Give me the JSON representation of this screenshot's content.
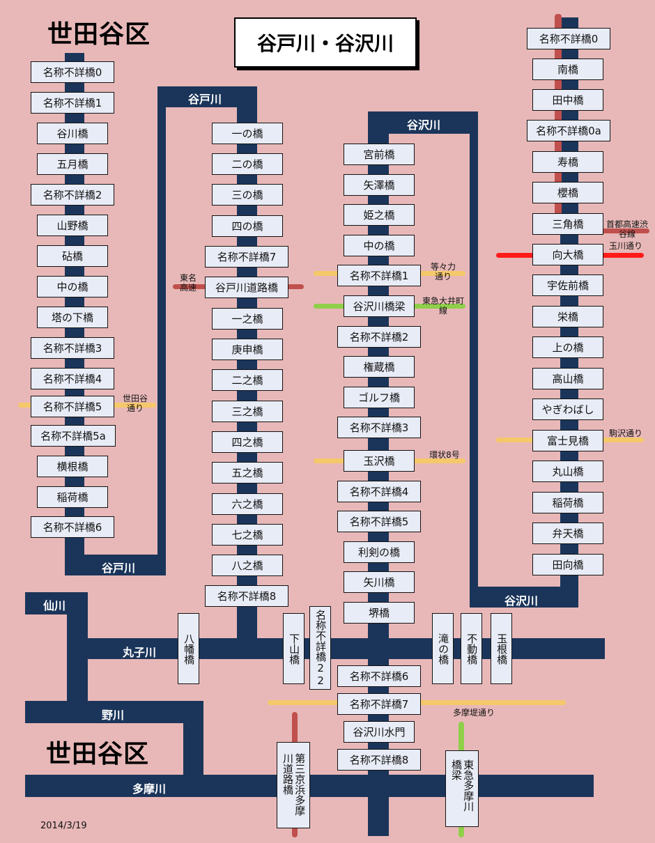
{
  "title": "谷戸川・谷沢川",
  "ward_top": "世田谷区",
  "ward_bottom": "世田谷区",
  "date": "2014/3/19",
  "colors": {
    "background": "#e8b8b8",
    "river": "#1b355a",
    "bridge": "#e8ecf6",
    "road_yellow": "#f5c86a",
    "road_green": "#8fcf4a",
    "road_red": "#ff1a1a",
    "road_brown": "#c0504d"
  },
  "rivers": {
    "yatogawa_top": "谷戸川",
    "yatogawa_bottom": "谷戸川",
    "yazawagawa_top": "谷沢川",
    "yazawagawa_bottom": "谷沢川",
    "sengawa": "仙川",
    "marukogawa": "丸子川",
    "nogawa": "野川",
    "tamagawa": "多摩川"
  },
  "col1_bridges": [
    "名称不詳橋0",
    "名称不詳橋1",
    "谷川橋",
    "五月橋",
    "名称不詳橋2",
    "山野橋",
    "砧橋",
    "中の橋",
    "塔の下橋",
    "名称不詳橋3",
    "名称不詳橋4",
    "名称不詳橋5",
    "名称不詳橋5a",
    "横根橋",
    "稲荷橋",
    "名称不詳橋6"
  ],
  "col2_bridges": [
    "一の橋",
    "二の橋",
    "三の橋",
    "四の橋",
    "名称不詳橋7",
    "谷戸川道路橋",
    "一之橋",
    "庚申橋",
    "二之橋",
    "三之橋",
    "四之橋",
    "五之橋",
    "六之橋",
    "七之橋",
    "八之橋",
    "名称不詳橋8"
  ],
  "col3_bridges": [
    "宮前橋",
    "矢澤橋",
    "姫之橋",
    "中の橋",
    "名称不詳橋1",
    "谷沢川橋梁",
    "名称不詳橋2",
    "権蔵橋",
    "ゴルフ橋",
    "名称不詳橋3",
    "玉沢橋",
    "名称不詳橋4",
    "名称不詳橋5",
    "利剣の橋",
    "矢川橋",
    "堺橋"
  ],
  "col3_lower_bridges": [
    "名称不詳橋6",
    "名称不詳橋7",
    "谷沢川水門",
    "名称不詳橋8"
  ],
  "col4_bridges": [
    "名称不詳橋0",
    "南橋",
    "田中橋",
    "名称不詳橋0a",
    "寿橋",
    "櫻橋",
    "三角橋",
    "向大橋",
    "宇佐前橋",
    "栄橋",
    "上の橋",
    "高山橋",
    "やぎわばし",
    "富士見橋",
    "丸山橋",
    "稲荷橋",
    "弁天橋",
    "田向橋"
  ],
  "vertical_bridges": {
    "hachiman": "八幡橋",
    "shimoyama": "下山橋",
    "meisho22": "名称不詳橋22",
    "taki": "滝の橋",
    "fudo": "不動橋",
    "ouone": "玉根橋",
    "daisankeihin": "第三京浜多摩川道路橋",
    "tokyu_tamagawa": "東急多摩川橋梁"
  },
  "roads": {
    "setagaya_dori": "世田谷通り",
    "tomei": "東名高速",
    "todoroki": "等々力通り",
    "oimachi": "東急大井町線",
    "kanpachi": "環状8号",
    "shuto": "首都高速渋谷線",
    "tamagawa_dori": "玉川通り",
    "komazawa": "駒沢通り",
    "tamatsutsumi": "多摩堤通り"
  }
}
